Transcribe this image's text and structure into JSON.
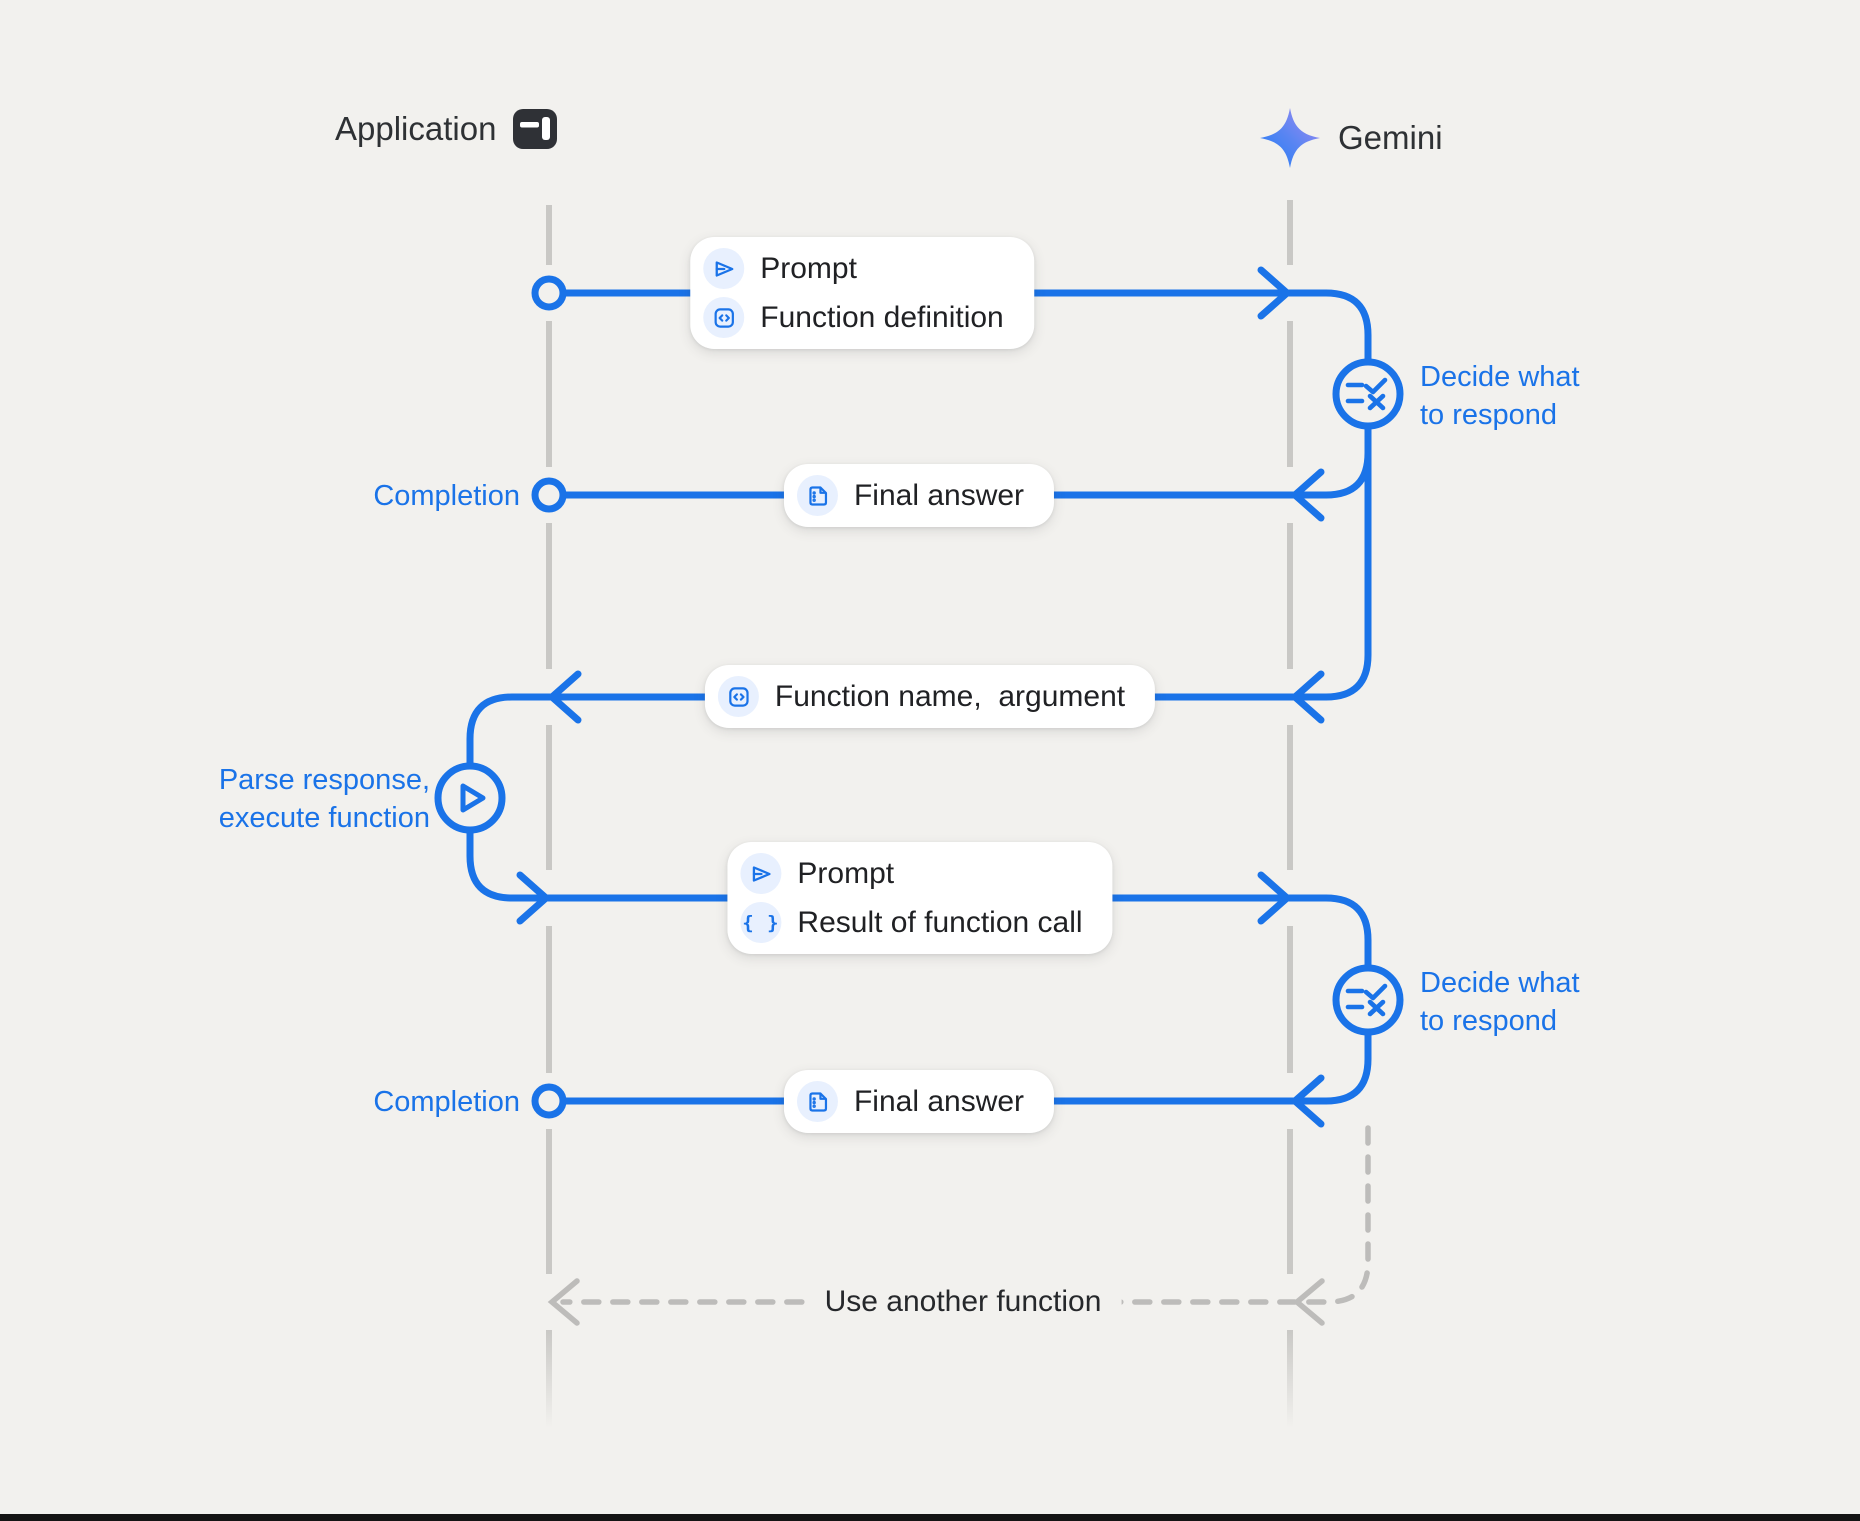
{
  "colors": {
    "accent": "#1a73e8",
    "icon_background": "#e8f0fe",
    "background": "#f2f1ee",
    "lifeline_gray": "#c9c8c5",
    "dashed_gray": "#bdbcba",
    "text_dark": "#202124",
    "bottom_bar": "#141414",
    "gemini_star_gradient": [
      "#1f7cf6",
      "#5a85f2",
      "#a78bf0"
    ]
  },
  "actors": {
    "application": "Application",
    "gemini": "Gemini"
  },
  "boxes": {
    "prompt_definition": {
      "rows": [
        {
          "icon": "send-icon",
          "label": "Prompt"
        },
        {
          "icon": "code-icon",
          "label": "Function definition"
        }
      ]
    },
    "final_answer_1": {
      "rows": [
        {
          "icon": "note-icon",
          "label": "Final answer"
        }
      ]
    },
    "function_name": {
      "rows": [
        {
          "icon": "code-icon",
          "label": "Function name,  argument"
        }
      ]
    },
    "prompt_result": {
      "rows": [
        {
          "icon": "send-icon",
          "label": "Prompt"
        },
        {
          "icon": "braces-icon",
          "label": "Result of function call"
        }
      ]
    },
    "final_answer_2": {
      "rows": [
        {
          "icon": "note-icon",
          "label": "Final answer"
        }
      ]
    }
  },
  "labels": {
    "completion_1": "Completion",
    "completion_2": "Completion",
    "decide_1": {
      "line1": "Decide what",
      "line2": "to respond"
    },
    "decide_2": {
      "line1": "Decide what",
      "line2": "to respond"
    },
    "parse": {
      "line1": "Parse response,",
      "line2": "execute function"
    },
    "use_another_function": "Use another function",
    "braces_glyph": "{ }"
  }
}
